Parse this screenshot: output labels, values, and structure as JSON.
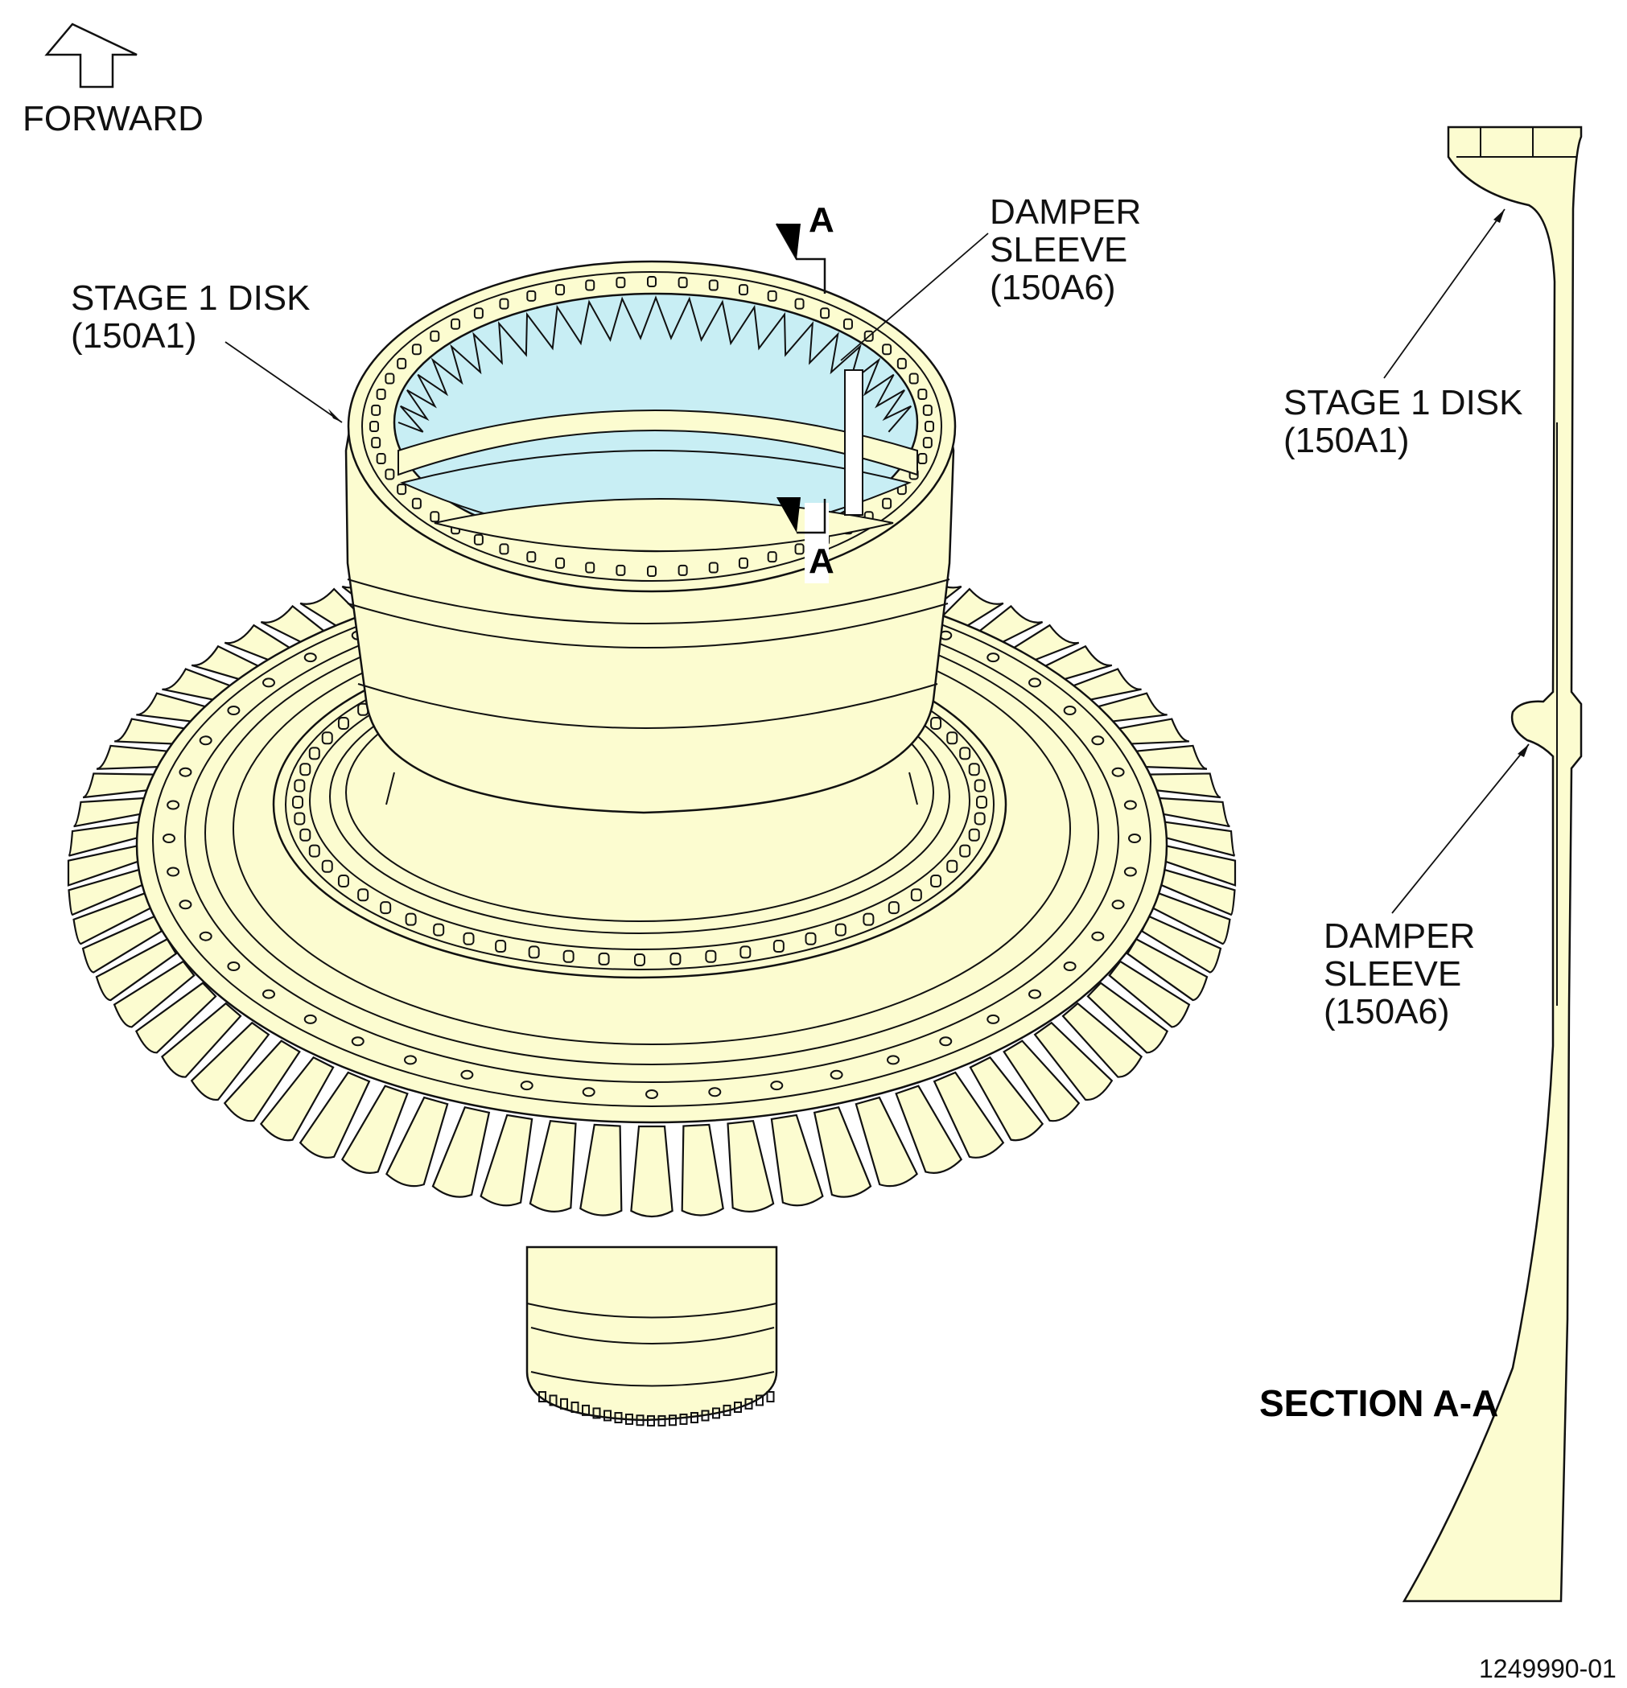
{
  "orientation": {
    "label": "FORWARD",
    "icon": "up-arrow-icon"
  },
  "section_marker": {
    "letter": "A"
  },
  "callouts": {
    "stage1_disk": {
      "line1": "STAGE 1 DISK",
      "line2": "(150A1)"
    },
    "damper_sleeve": {
      "line1": "DAMPER",
      "line2": "SLEEVE",
      "line3": "(150A6)"
    },
    "section_stage1_disk": {
      "line1": "STAGE 1 DISK",
      "line2": "(150A1)"
    },
    "section_damper_sleeve": {
      "line1": "DAMPER",
      "line2": "SLEEVE",
      "line3": "(150A6)"
    }
  },
  "section_title": "SECTION A-A",
  "figure_number": "1249990-01",
  "colors": {
    "part_fill": "#fcfcd0",
    "bore_fill": "#c8eef4",
    "line": "#111111"
  }
}
